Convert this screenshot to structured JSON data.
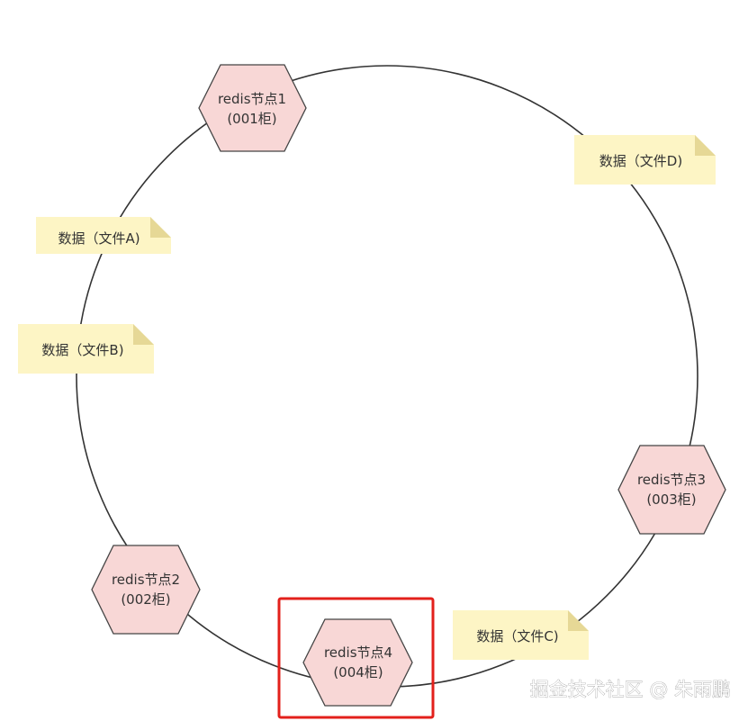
{
  "nodes": [
    {
      "line1": "redis节点1",
      "line2": "(001柜)"
    },
    {
      "line1": "redis节点2",
      "line2": "(002柜)"
    },
    {
      "line1": "redis节点3",
      "line2": "(003柜)"
    },
    {
      "line1": "redis节点4",
      "line2": "(004柜)"
    }
  ],
  "notes": {
    "A": "数据（文件A)",
    "B": "数据（文件B)",
    "C": "数据（文件C)",
    "D": "数据（文件D)"
  },
  "highlighted_node": "redis节点4",
  "colors": {
    "node_fill": "#f8d7d6",
    "note_fill": "#fdf5c5",
    "highlight": "#e3201b"
  },
  "watermark": "掘金技术社区 @ 朱雨鹏"
}
